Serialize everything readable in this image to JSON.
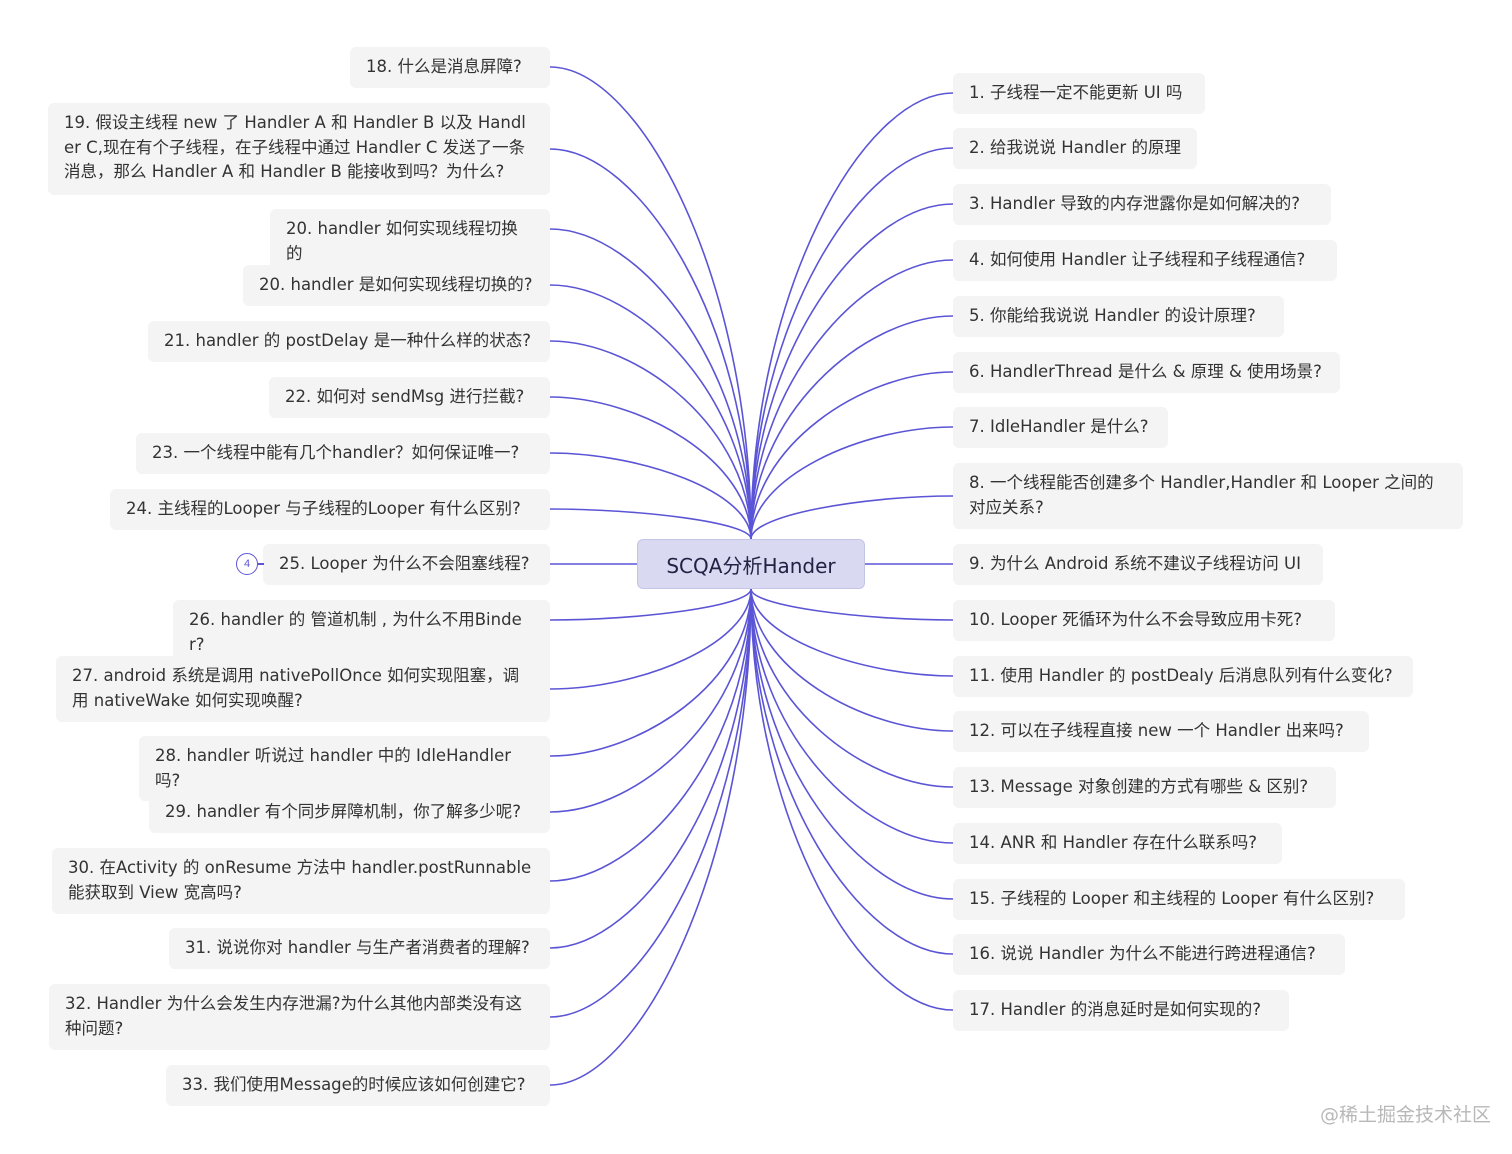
{
  "center": {
    "title": "SCQA分析Hander",
    "color": "#5b55d6"
  },
  "left_nodes": [
    "18. 什么是消息屏障?",
    "19. 假设主线程 new 了 Handler A 和 Handler B 以及 Handler C,现在有个子线程，在子线程中通过 Handler C 发送了一条消息，那么 Handler A 和 Handler B 能接收到吗？为什么?",
    "20. handler 如何实现线程切换的",
    "20. handler 是如何实现线程切换的?",
    "21. handler 的 postDelay 是一种什么样的状态?",
    "22. 如何对 sendMsg 进行拦截?",
    "23. 一个线程中能有几个handler？如何保证唯一?",
    "24. 主线程的Looper 与子线程的Looper 有什么区别?",
    "25. Looper 为什么不会阻塞线程?",
    "26. handler 的 管道机制 , 为什么不用Binder?",
    "27. android 系统是调用 nativePollOnce 如何实现阻塞，调用 nativeWake 如何实现唤醒?",
    "28. handler 听说过 handler 中的 IdleHandler 吗?",
    "29. handler 有个同步屏障机制，你了解多少呢?",
    "30. 在Activity 的 onResume 方法中 handler.postRunnable 能获取到 View 宽高吗?",
    "31. 说说你对 handler 与生产者消费者的理解?",
    "32. Handler 为什么会发生内存泄漏?为什么其他内部类没有这种问题?",
    "33. 我们使用Message的时候应该如何创建它?"
  ],
  "right_nodes": [
    "1. 子线程一定不能更新 UI 吗",
    "2. 给我说说 Handler 的原理",
    "3. Handler 导致的内存泄露你是如何解决的?",
    "4. 如何使用 Handler 让子线程和子线程通信?",
    "5. 你能给我说说 Handler 的设计原理?",
    "6. HandlerThread 是什么 & 原理 & 使用场景?",
    "7. IdleHandler 是什么?",
    "8. 一个线程能否创建多个 Handler,Handler 和 Looper 之间的对应关系?",
    "9. 为什么 Android 系统不建议子线程访问 UI",
    "10. Looper 死循环为什么不会导致应用卡死?",
    "11. 使用 Handler 的 postDealy 后消息队列有什么变化?",
    "12. 可以在子线程直接 new 一个 Handler 出来吗?",
    "13. Message 对象创建的方式有哪些 & 区别?",
    "14. ANR 和 Handler 存在什么联系吗?",
    "15. 子线程的 Looper 和主线程的 Looper 有什么区别?",
    "16. 说说 Handler 为什么不能进行跨进程通信?",
    "17. Handler 的消息延时是如何实现的?"
  ],
  "collapsed_badge": "4",
  "watermark": "@稀土掘金技术社区"
}
